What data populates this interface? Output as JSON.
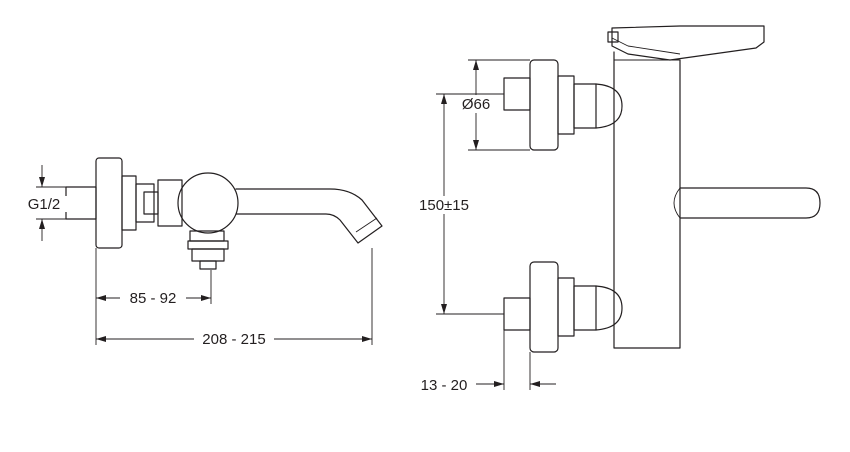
{
  "dimensions": {
    "thread": "G1/2",
    "offset_range": "85 - 92",
    "total_length": "208 - 215",
    "rosette_diameter": "Ø66",
    "center_distance": "150±15",
    "wall_gap": "13 - 20"
  },
  "colors": {
    "line": "#231f20",
    "background": "#ffffff"
  }
}
